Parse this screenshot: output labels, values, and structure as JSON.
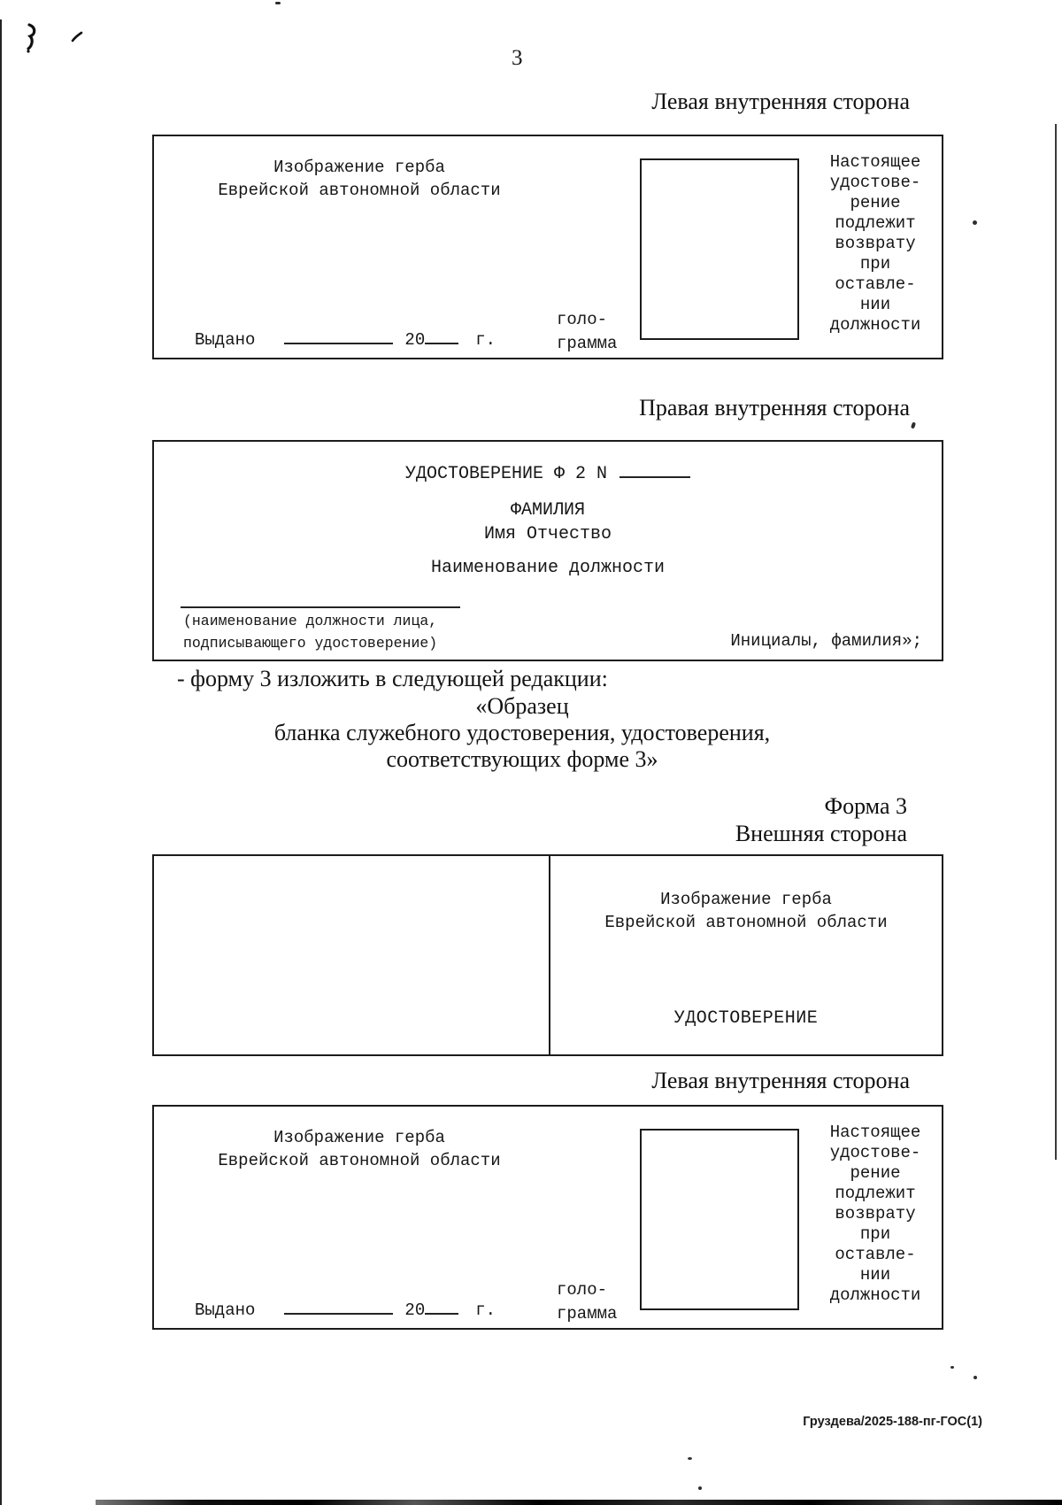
{
  "page": {
    "number": "3",
    "footer_ref": "Груздева/2025-188-пг-ГОС(1)"
  },
  "headings": {
    "left_inner_top": "Левая внутренняя сторона",
    "right_inner": "Правая внутренняя сторона",
    "form3": "Форма 3",
    "outer_side": "Внешняя сторона",
    "left_inner_bottom": "Левая внутренняя сторона"
  },
  "paragraph": {
    "line1": "- форму 3 изложить в следующей редакции:",
    "line2": "«Образец",
    "line3": "бланка служебного удостоверения, удостоверения,",
    "line4": "соответствующих форме 3»"
  },
  "card": {
    "coat_line1": "Изображение герба",
    "coat_line2": "Еврейской автономной области",
    "hologram_line1": "голо-",
    "hologram_line2": "грамма",
    "note_lines": [
      "Настоящее",
      "удостове-",
      "рение",
      "подлежит",
      "возврату",
      "при",
      "оставле-",
      "нии",
      "должности"
    ],
    "issued_label": "Выдано",
    "year_prefix": "20",
    "year_suffix": "г."
  },
  "right_inner_card": {
    "title": "УДОСТОВЕРЕНИЕ Ф 2 N",
    "surname": "ФАМИЛИЯ",
    "name_patronymic": "Имя Отчество",
    "position": "Наименование должности",
    "sign_caption_line1": "(наименование должности лица,",
    "sign_caption_line2": "подписывающего удостоверение)",
    "initials": "Инициалы, фамилия»;"
  },
  "outer_card": {
    "coat_line1": "Изображение герба",
    "coat_line2": "Еврейской автономной области",
    "title": "УДОСТОВЕРЕНИЕ"
  },
  "icons": {
    "ink_mark_1": "ink-squiggle",
    "ink_mark_2": "ink-tick"
  }
}
